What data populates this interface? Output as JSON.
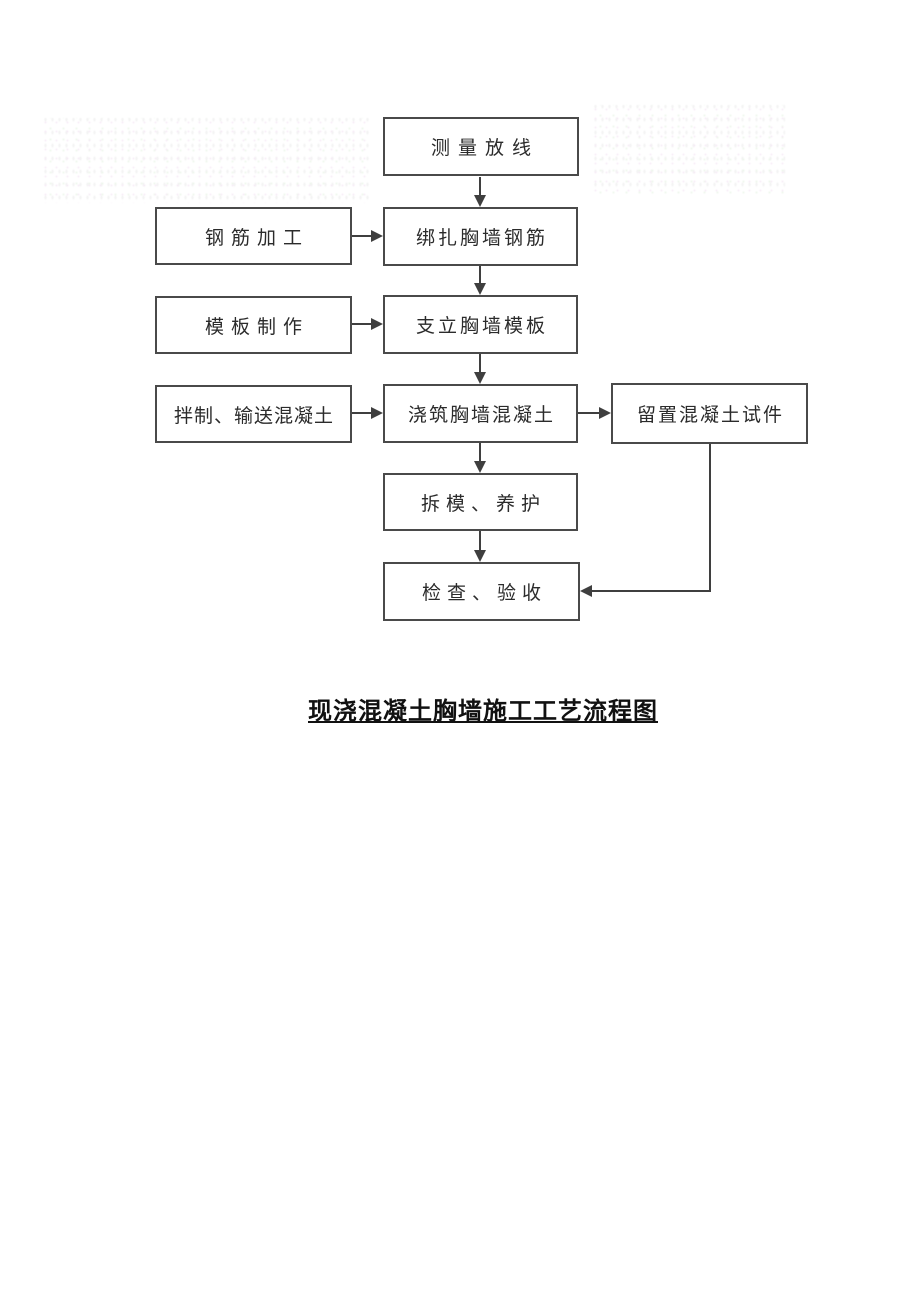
{
  "document": {
    "title": "现浇混凝土胸墙施工工艺流程图"
  },
  "flowchart": {
    "nodes": [
      {
        "id": "measure-setout",
        "label": "测量放线"
      },
      {
        "id": "rebar-processing",
        "label": "钢筋加工"
      },
      {
        "id": "tie-breastwall-rebar",
        "label": "绑扎胸墙钢筋"
      },
      {
        "id": "formwork-fabrication",
        "label": "模板制作"
      },
      {
        "id": "erect-breastwall-formwork",
        "label": "支立胸墙模板"
      },
      {
        "id": "mix-transport-concrete",
        "label": "拌制、输送混凝土"
      },
      {
        "id": "pour-breastwall-concrete",
        "label": "浇筑胸墙混凝土"
      },
      {
        "id": "retain-concrete-specimens",
        "label": "留置混凝土试件"
      },
      {
        "id": "strip-formwork-curing",
        "label": "拆模、养护"
      },
      {
        "id": "inspection-acceptance",
        "label": "检查、验收"
      }
    ],
    "edges": [
      {
        "from": "measure-setout",
        "to": "tie-breastwall-rebar"
      },
      {
        "from": "rebar-processing",
        "to": "tie-breastwall-rebar"
      },
      {
        "from": "tie-breastwall-rebar",
        "to": "erect-breastwall-formwork"
      },
      {
        "from": "formwork-fabrication",
        "to": "erect-breastwall-formwork"
      },
      {
        "from": "erect-breastwall-formwork",
        "to": "pour-breastwall-concrete"
      },
      {
        "from": "mix-transport-concrete",
        "to": "pour-breastwall-concrete"
      },
      {
        "from": "pour-breastwall-concrete",
        "to": "retain-concrete-specimens"
      },
      {
        "from": "pour-breastwall-concrete",
        "to": "strip-formwork-curing"
      },
      {
        "from": "strip-formwork-curing",
        "to": "inspection-acceptance"
      },
      {
        "from": "retain-concrete-specimens",
        "to": "inspection-acceptance"
      }
    ],
    "colors": {
      "box_border": "#4a4a4a",
      "box_fill": "#ffffff",
      "line": "#3f3f3f",
      "text": "#2b2b2b",
      "title_text": "#111111"
    }
  }
}
